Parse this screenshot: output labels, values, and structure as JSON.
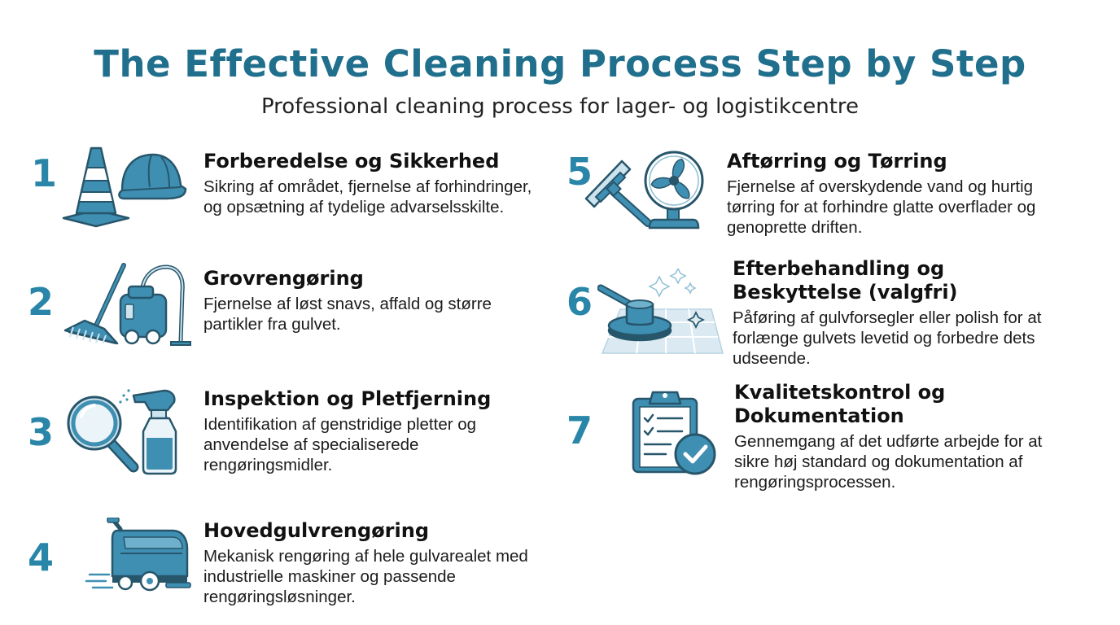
{
  "header": {
    "title": "The Effective Cleaning Process Step by Step",
    "subtitle": "Professional cleaning process for lager- og logistikcentre"
  },
  "colors": {
    "title": "#1f6f8d",
    "number": "#2a86a8",
    "icon_fill": "#3f8fb3",
    "icon_stroke": "#27566b",
    "icon_light": "#cde3ee"
  },
  "steps": [
    {
      "number": "1",
      "title": "Forberedelse og Sikkerhed",
      "description": "Sikring af området, fjernelse af forhindringer, og opsætning af tydelige advarselsskilte.",
      "icons": [
        "traffic-cone-icon",
        "hard-hat-icon"
      ]
    },
    {
      "number": "2",
      "title": "Grovrengøring",
      "description": "Fjernelse af løst snavs, affald og større partikler fra gulvet.",
      "icons": [
        "broom-icon",
        "vacuum-cleaner-icon"
      ]
    },
    {
      "number": "3",
      "title": "Inspektion og Pletfjerning",
      "description": "Identifikation af genstridige pletter og anvendelse af specialiserede rengøringsmidler.",
      "icons": [
        "magnifying-glass-icon",
        "spray-bottle-icon"
      ]
    },
    {
      "number": "4",
      "title": "Hovedgulvrengøring",
      "description": "Mekanisk rengøring af hele gulvarealet med industrielle maskiner og passende rengøringsløsninger.",
      "icons": [
        "floor-scrubber-icon"
      ]
    },
    {
      "number": "5",
      "title": "Aftørring og Tørring",
      "description": "Fjernelse af overskydende vand og hurtig tørring for at forhindre glatte overflader og genoprette driften.",
      "icons": [
        "squeegee-icon",
        "fan-icon"
      ]
    },
    {
      "number": "6",
      "title": "Efterbehandling og Beskyttelse (valgfri)",
      "description": "Påføring af gulvforsegler eller polish for at forlænge gulvets levetid og forbedre dets udseende.",
      "icons": [
        "floor-polisher-icon"
      ]
    },
    {
      "number": "7",
      "title": "Kvalitetskontrol og Dokumentation",
      "description": "Gennemgang af det udførte arbejde for at sikre høj standard og dokumentation af rengøringsprocessen.",
      "icons": [
        "clipboard-check-icon"
      ]
    }
  ]
}
